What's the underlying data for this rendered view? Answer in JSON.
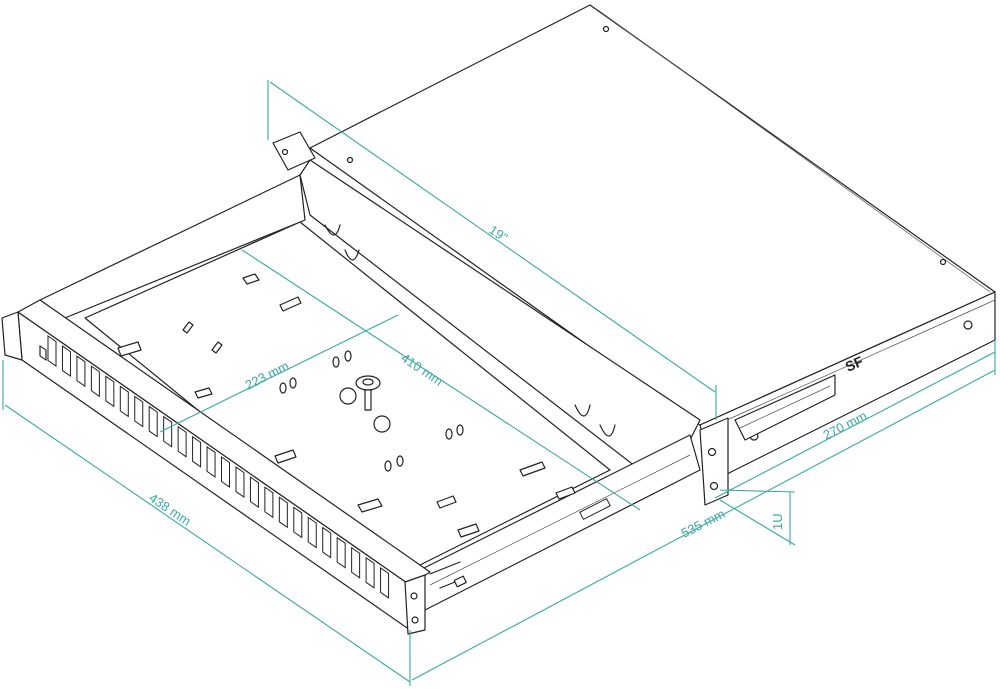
{
  "colors": {
    "dimension": "#3aa8a5",
    "line": "#222222",
    "background": "#ffffff"
  },
  "dimensions": {
    "rack_width": "19\"",
    "tray_width": "410 mm",
    "tray_depth": "223 mm",
    "front_width": "438 mm",
    "depth": "535 mm",
    "side_depth": "270 mm",
    "height": "1U"
  }
}
